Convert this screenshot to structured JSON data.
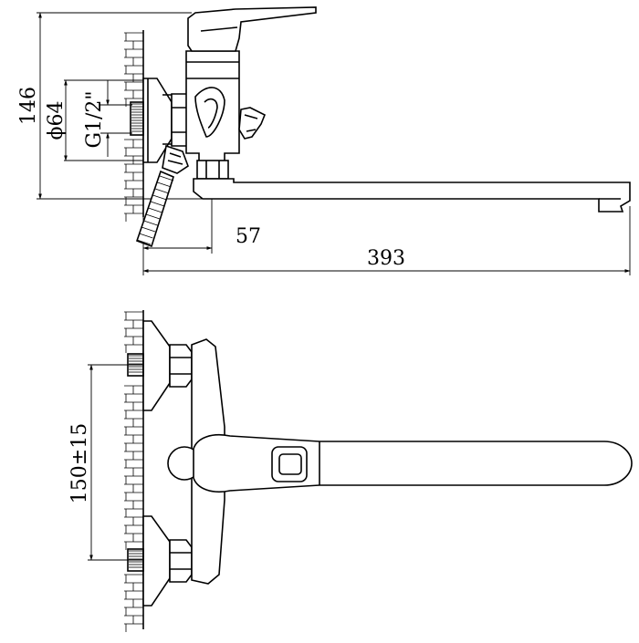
{
  "dimensions": {
    "height": "146",
    "flange_diameter": "ϕ64",
    "thread": "G1/2\"",
    "outlet_offset": "57",
    "spout_length": "393",
    "inlet_spacing": "150±15"
  },
  "colors": {
    "line": "#000000",
    "background": "#ffffff"
  }
}
